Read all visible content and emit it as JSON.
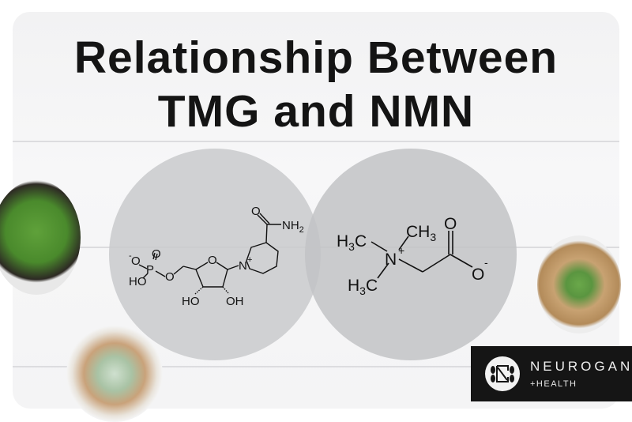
{
  "title": {
    "line1": "Relationship Between",
    "line2": "TMG and NMN"
  },
  "molecules": {
    "nmn": {
      "o_minus": "O",
      "minus": "-",
      "p": "P",
      "o_double": "O",
      "ho_phos": "HO",
      "o_ester": "O",
      "o_ring": "O",
      "n_plus": "N",
      "plus": "+",
      "ho": "HO",
      "oh": "OH",
      "o_amide": "O",
      "nh2": "NH",
      "nh2_sub": "2"
    },
    "tmg": {
      "h3c_top": "H",
      "h3c_top_sub": "3",
      "h3c_top_c": "C",
      "ch3": "CH",
      "ch3_sub": "3",
      "n_plus": "N",
      "plus": "+",
      "h3c_bottom": "H",
      "h3c_bottom_sub": "3",
      "h3c_bottom_c": "C",
      "o_double": "O",
      "o_minus": "O",
      "minus": "-"
    }
  },
  "logo": {
    "brand": "NEUROGAN",
    "tagline": "+HEALTH"
  },
  "colors": {
    "circle": "#c9cacc",
    "text": "#141414",
    "logo_bg": "#151515"
  }
}
